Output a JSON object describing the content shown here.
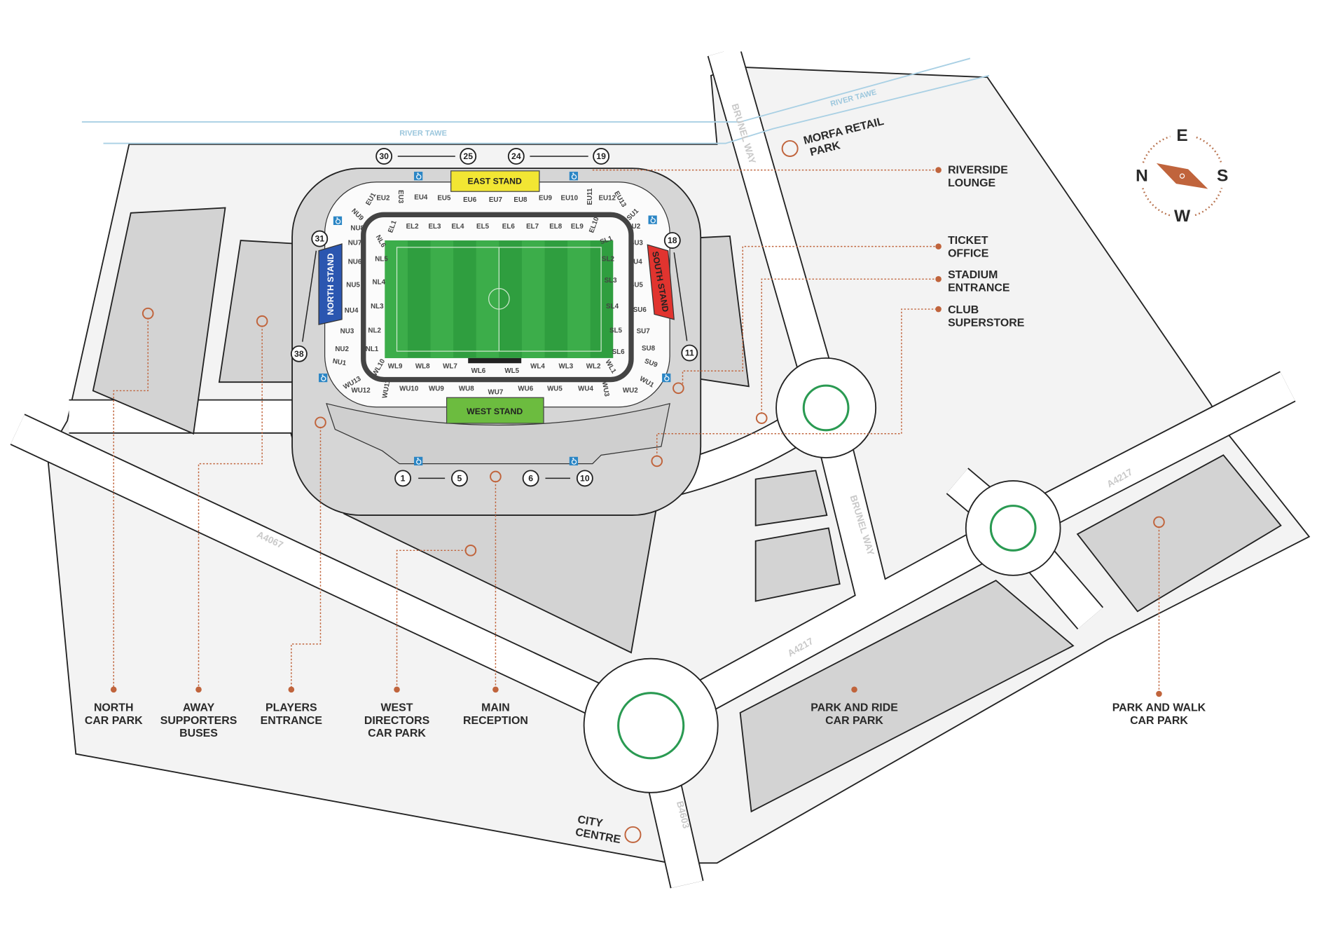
{
  "colors": {
    "accent": "#c0643c",
    "land": "#f3f3f3",
    "carpark": "#d3d3d3",
    "pitch": "#2f9e3f",
    "river": "#a9d0e4",
    "roundabout": "#2a9a52",
    "east_stand": "#f2e633",
    "north_stand": "#2b56b0",
    "south_stand": "#e1342f",
    "west_stand": "#6cbc3f",
    "disabled_icon": "#2b86c5"
  },
  "river": [
    "RIVER TAWE",
    "RIVER TAWE"
  ],
  "roads": {
    "brunel_way_1": "BRUNEL WAY",
    "brunel_way_2": "BRUNEL WAY",
    "a4067": "A4067",
    "a4217_1": "A4217",
    "a4217_2": "A4217",
    "b4603": "B4603"
  },
  "compass": {
    "e": "E",
    "s": "S",
    "w": "W",
    "n": "N"
  },
  "stands": {
    "east": "EAST STAND",
    "north": "NORTH STAND",
    "south": "SOUTH STAND",
    "west": "WEST STAND"
  },
  "gates": [
    "30",
    "25",
    "24",
    "19",
    "31",
    "38",
    "18",
    "11",
    "1",
    "5",
    "6",
    "10"
  ],
  "seats": {
    "EU": [
      "EU1",
      "EU2",
      "EU3",
      "EU4",
      "EU5",
      "EU6",
      "EU7",
      "EU8",
      "EU9",
      "EU10",
      "EU11",
      "EU12",
      "EU13"
    ],
    "EL": [
      "EL1",
      "EL2",
      "EL3",
      "EL4",
      "EL5",
      "EL6",
      "EL7",
      "EL8",
      "EL9",
      "EL10"
    ],
    "NU": [
      "NU9",
      "NU8",
      "NU7",
      "NU6",
      "NU5",
      "NU4",
      "NU3",
      "NU2",
      "NU1"
    ],
    "NL": [
      "NL6",
      "NL5",
      "NL4",
      "NL3",
      "NL2",
      "NL1"
    ],
    "SL": [
      "SL1",
      "SL2",
      "SL3",
      "SL4",
      "SL5",
      "SL6"
    ],
    "SU": [
      "SU1",
      "SU2",
      "SU3",
      "SU4",
      "SU5",
      "SU6",
      "SU7",
      "SU8",
      "SU9"
    ],
    "WL": [
      "WL10",
      "WL9",
      "WL8",
      "WL7",
      "WL6",
      "WL5",
      "WL4",
      "WL3",
      "WL2",
      "WL1"
    ],
    "WU": [
      "WU13",
      "WU12",
      "WU11",
      "WU10",
      "WU9",
      "WU8",
      "WU7",
      "WU6",
      "WU5",
      "WU4",
      "WU3",
      "WU2",
      "WU1"
    ]
  },
  "labels": {
    "morfa": [
      "MORFA RETAIL",
      "PARK"
    ],
    "riverside": [
      "RIVERSIDE",
      "LOUNGE"
    ],
    "ticket": [
      "TICKET",
      "OFFICE"
    ],
    "entrance": [
      "STADIUM",
      "ENTRANCE"
    ],
    "superstore": [
      "CLUB",
      "SUPERSTORE"
    ],
    "north_car_park": [
      "NORTH",
      "CAR PARK"
    ],
    "away_buses": [
      "AWAY",
      "SUPPORTERS",
      "BUSES"
    ],
    "players": [
      "PLAYERS",
      "ENTRANCE"
    ],
    "west_directors": [
      "WEST",
      "DIRECTORS",
      "CAR PARK"
    ],
    "reception": [
      "MAIN",
      "RECEPTION"
    ],
    "park_ride": [
      "PARK AND RIDE",
      "CAR PARK"
    ],
    "park_walk": [
      "PARK AND WALK",
      "CAR PARK"
    ],
    "city_centre": [
      "CITY",
      "CENTRE"
    ]
  }
}
